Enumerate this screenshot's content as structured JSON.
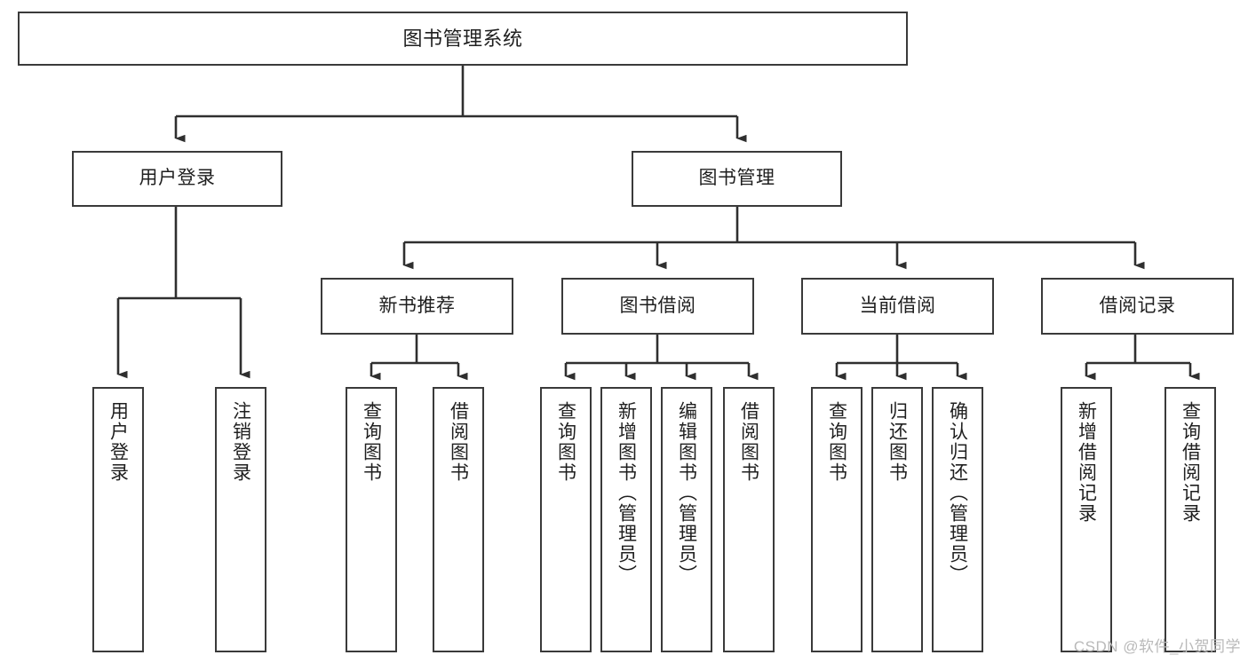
{
  "diagram": {
    "type": "tree-hierarchy-chart",
    "title": "图书管理系统",
    "stroke_color": "#3a3a3a",
    "text_color": "#1f1f1f",
    "background_color": "#ffffff",
    "nodes": {
      "root": {
        "label": "图书管理系统"
      },
      "level1": [
        {
          "id": "user-login",
          "label": "用户登录"
        },
        {
          "id": "book-management",
          "label": "图书管理"
        }
      ],
      "level2": [
        {
          "id": "new-book-recommend",
          "label": "新书推荐"
        },
        {
          "id": "book-borrow",
          "label": "图书借阅"
        },
        {
          "id": "current-borrow",
          "label": "当前借阅"
        },
        {
          "id": "borrow-record",
          "label": "借阅记录"
        }
      ],
      "leaves": [
        {
          "id": "leaf-user-login",
          "label": "用户登录",
          "parent": "user-login"
        },
        {
          "id": "leaf-logout-login",
          "label": "注销登录",
          "parent": "user-login"
        },
        {
          "id": "leaf-query-book-1",
          "label": "查询图书",
          "parent": "new-book-recommend"
        },
        {
          "id": "leaf-borrow-book-1",
          "label": "借阅图书",
          "parent": "new-book-recommend"
        },
        {
          "id": "leaf-query-book-2",
          "label": "查询图书",
          "parent": "book-borrow"
        },
        {
          "id": "leaf-add-book",
          "label": "新增图书（管理员）",
          "parent": "book-borrow"
        },
        {
          "id": "leaf-edit-book",
          "label": "编辑图书（管理员）",
          "parent": "book-borrow"
        },
        {
          "id": "leaf-borrow-book-2",
          "label": "借阅图书",
          "parent": "book-borrow"
        },
        {
          "id": "leaf-query-book-3",
          "label": "查询图书",
          "parent": "current-borrow"
        },
        {
          "id": "leaf-return-book",
          "label": "归还图书",
          "parent": "current-borrow"
        },
        {
          "id": "leaf-confirm-return",
          "label": "确认归还（管理员）",
          "parent": "current-borrow"
        },
        {
          "id": "leaf-add-record",
          "label": "新增借阅记录",
          "parent": "borrow-record"
        },
        {
          "id": "leaf-query-record",
          "label": "查询借阅记录",
          "parent": "borrow-record"
        }
      ]
    }
  },
  "watermark": {
    "text": "CSDN @软件_小贺同学"
  }
}
